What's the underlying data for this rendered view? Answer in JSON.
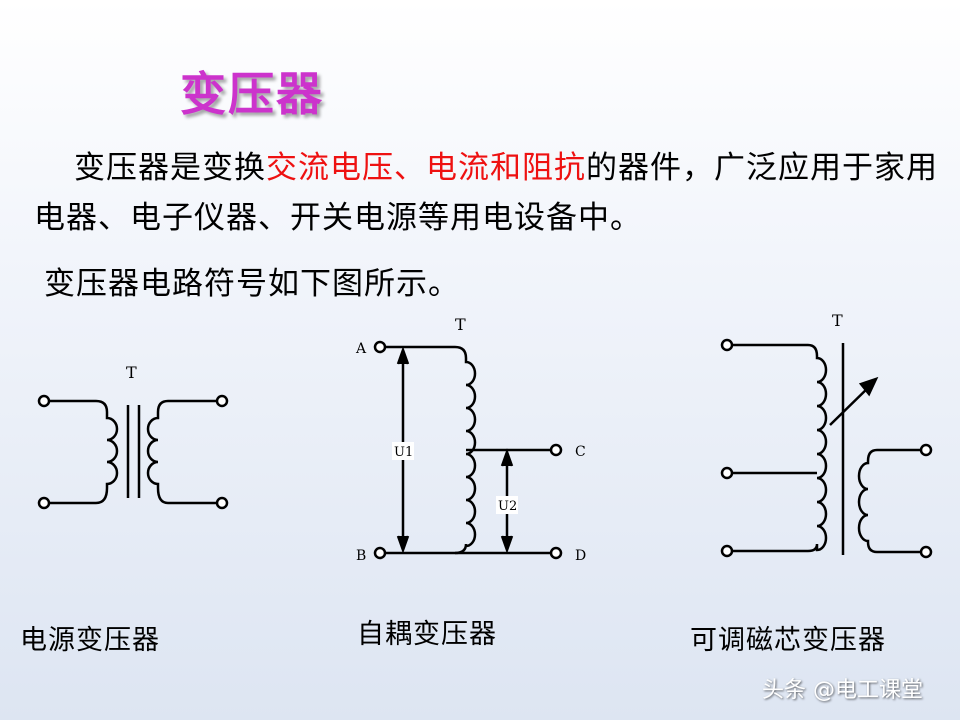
{
  "title": "变压器",
  "intro": {
    "part1": "变压器是变换",
    "highlight1": "交流电压、电流和阻抗",
    "part2": "的器件，广泛应用于家用电器、电子仪器、开关电源等用电设备中。"
  },
  "symbols_caption": "变压器电路符号如下图所示。",
  "diagrams": {
    "power_transformer": {
      "label": "电源变压器",
      "designator": "T"
    },
    "auto_transformer": {
      "label": "自耦变压器",
      "designator": "T",
      "terminals": [
        "A",
        "B",
        "C",
        "D"
      ],
      "voltages": [
        "U1",
        "U2"
      ]
    },
    "adjustable_core_transformer": {
      "label": "可调磁芯变压器",
      "designator": "T"
    }
  },
  "watermark": "头条 @电工课堂",
  "colors": {
    "title": "#cc33cc",
    "highlight": "#ee1111"
  }
}
